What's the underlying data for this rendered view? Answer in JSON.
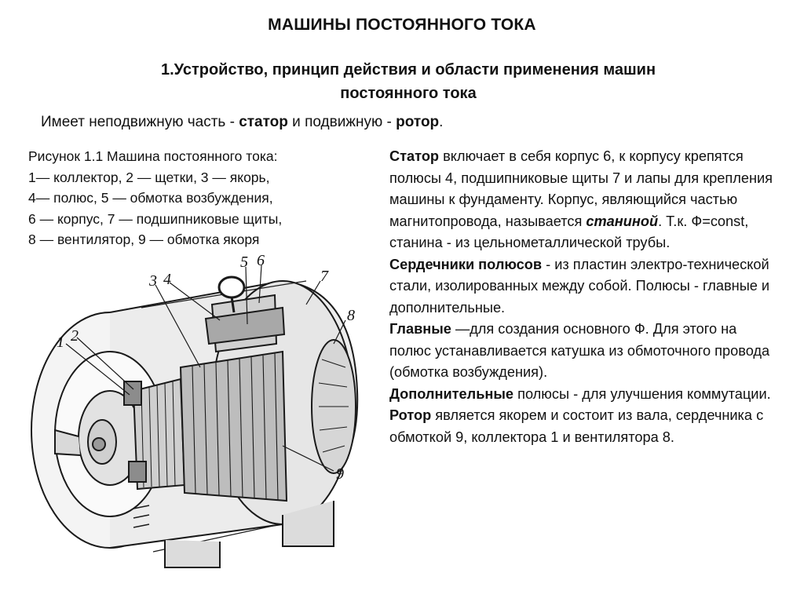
{
  "title": "МАШИНЫ ПОСТОЯННОГО ТОКА",
  "subtitle_line1": "1.Устройство, принцип действия и области применения машин",
  "subtitle_line2": "постоянного тока",
  "intro": {
    "t1": "Имеет неподвижную часть - ",
    "b1": "статор",
    "t2": " и подвижную - ",
    "b2": "ротор",
    "t3": "."
  },
  "caption": {
    "lines": [
      "Рисунок 1.1   Машина постоянного тока:",
      "1— коллектор,  2 — щетки,  3 — якорь,",
      "4— полюс,  5 — обмотка возбуждения,",
      "6 — корпус, 7 —  подшипниковые щиты,",
      "8 — вентилятор, 9 — обмотка якоря"
    ]
  },
  "figure": {
    "labels": [
      "1",
      "2",
      "3",
      "4",
      "5",
      "6",
      "7",
      "8",
      "9"
    ]
  },
  "right": {
    "p1": {
      "b1": "Статор",
      "t1": " включает в себя корпус 6, к корпусу крепятся полюсы 4, подшипниковые щиты 7 и лапы для крепления машины к фундаменту. Корпус, являющийся частью магнитопровода, называется ",
      "bi1": "станиной",
      "t2": ". Т.к. Ф=const, станина - из цельнометаллической трубы."
    },
    "p2": {
      "b1": "Сердечники полюсов",
      "t1": " - из пластин электро-технической стали, изолированных между собой. Полюсы - главные и дополнительные."
    },
    "p3": {
      "b1": "Главные",
      "t1": " —для создания основного Ф. Для этого на полюс устанавливается катушка из обмоточного провода (обмотка возбуждения)."
    },
    "p4": {
      "b1": "Дополнительные",
      "t1": " полюсы - для улучшения коммутации."
    },
    "p5": {
      "b1": "Ротор",
      "t1": " является якорем и состоит из вала, сердечника с обмоткой 9, коллектора 1 и вентилятора 8."
    }
  }
}
